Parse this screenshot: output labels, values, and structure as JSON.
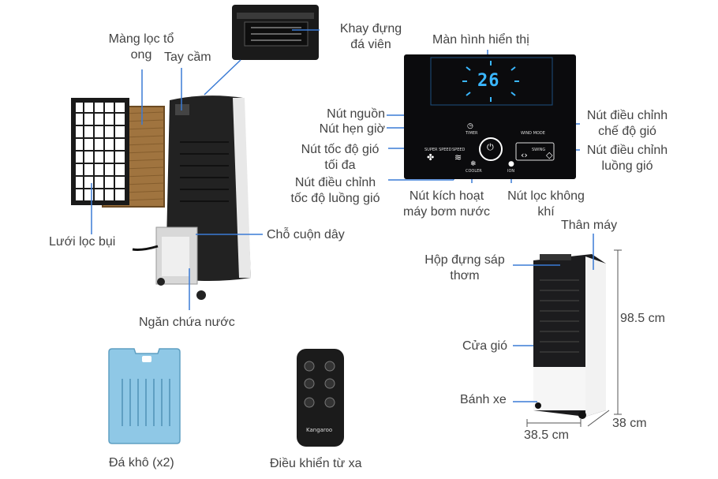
{
  "labels": {
    "honeycomb_filter": [
      "Màng lọc tổ",
      "ong"
    ],
    "handle": "Tay cầm",
    "ice_tray": [
      "Khay đựng",
      "đá viên"
    ],
    "display_screen": "Màn hình hiển thị",
    "power_button": "Nút nguồn",
    "timer_button": "Nút hẹn giờ",
    "max_speed_button": [
      "Nút tốc độ gió",
      "tối đa"
    ],
    "airflow_speed_button": [
      "Nút điều chỉnh",
      "tốc độ luồng gió"
    ],
    "pump_button": [
      "Nút kích hoạt",
      "máy bơm nước"
    ],
    "air_filter_button": [
      "Nút lọc không",
      "khí"
    ],
    "wind_mode_button": [
      "Nút điều chỉnh",
      "chế độ gió"
    ],
    "airflow_button": [
      "Nút điều chỉnh",
      "luồng gió"
    ],
    "dust_filter": "Lưới lọc bụi",
    "cord_holder": "Chỗ cuộn dây",
    "water_tank": "Ngăn chứa nước",
    "body": "Thân máy",
    "aroma_box": [
      "Hộp đựng sáp",
      "thơm"
    ],
    "air_outlet": "Cửa gió",
    "wheel": "Bánh xe",
    "dim_height": "98.5 cm",
    "dim_width": "38.5 cm",
    "dim_depth": "38 cm",
    "ice_packs": "Đá khô (x2)",
    "remote": "Điều khiển từ xa"
  },
  "panel": {
    "display_value": "26",
    "timer_text": "TIMER",
    "wind_mode_text": "WIND MODE",
    "super_speed_text": "SUPER SPEED",
    "speed_text": "SPEED",
    "swing_text": "SWING",
    "cooler_text": "COOLER",
    "ion_text": "ION"
  },
  "brand": {
    "remote_brand": "Kangaroo"
  },
  "colors": {
    "display_blue": "#3ab7ff",
    "ice_pack_blue": "#8fc8e6",
    "device_black": "#1c1c1e",
    "leader_line": "#3a7bd5"
  }
}
